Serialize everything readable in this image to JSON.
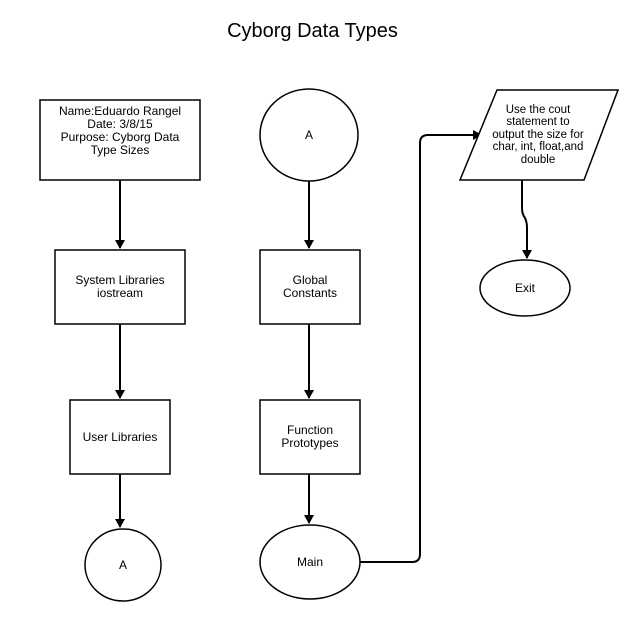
{
  "title": "Cyborg Data Types",
  "nodes": {
    "header_box": {
      "lines": [
        "Name:Eduardo Rangel",
        "Date: 3/8/15",
        "Purpose: Cyborg Data",
        "Type Sizes"
      ]
    },
    "system_libraries": {
      "lines": [
        "System Libraries",
        "iostream"
      ]
    },
    "user_libraries": {
      "lines": [
        "User Libraries"
      ]
    },
    "connector_a_left": {
      "lines": [
        "A"
      ]
    },
    "connector_a_top": {
      "lines": [
        "A"
      ]
    },
    "global_constants": {
      "lines": [
        "Global",
        "Constants"
      ]
    },
    "function_prototypes": {
      "lines": [
        "Function",
        "Prototypes"
      ]
    },
    "main": {
      "lines": [
        "Main"
      ]
    },
    "output_statement": {
      "lines": [
        "Use the cout",
        "statement to",
        "output the size for",
        "char, int, float,and",
        "double"
      ]
    },
    "exit": {
      "lines": [
        "Exit"
      ]
    }
  }
}
